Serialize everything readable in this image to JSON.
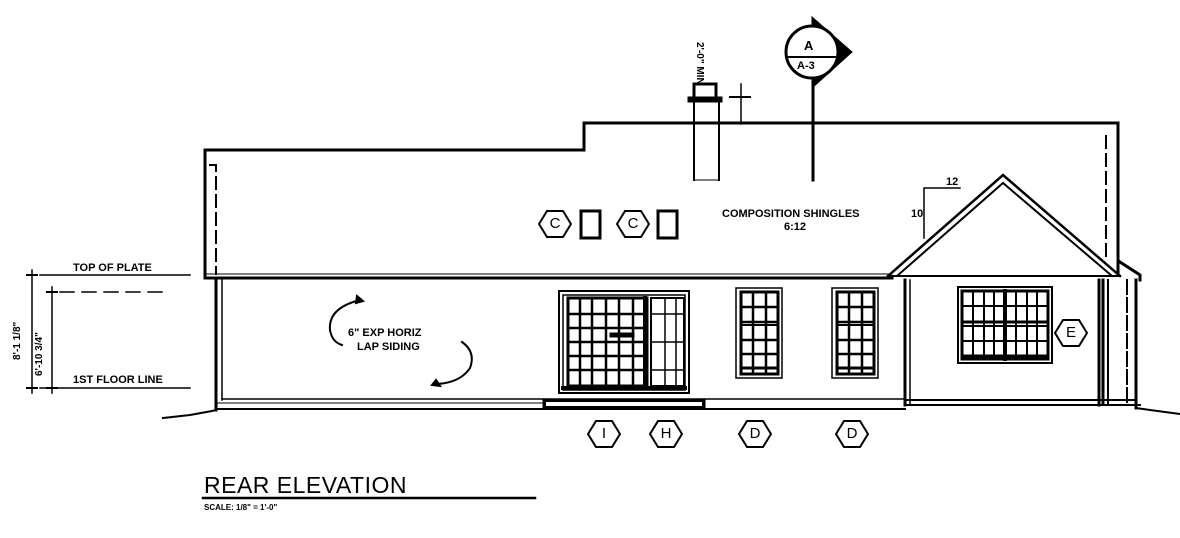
{
  "title": {
    "main": "REAR ELEVATION",
    "scale": "SCALE: 1/8\" = 1'-0\""
  },
  "section_marker": {
    "top": "A",
    "bottom": "A-3"
  },
  "chimney_dimension": "2'-0\" MIN",
  "roof": {
    "material": "COMPOSITION SHINGLES",
    "pitch": "6:12",
    "gable_pitch_run": "12",
    "gable_pitch_rise": "10"
  },
  "siding_note": {
    "line1": "6\" EXP HORIZ",
    "line2": "LAP SIDING"
  },
  "levels": {
    "top_of_plate": "TOP OF PLATE",
    "first_floor_line": "1ST FLOOR LINE",
    "dim_overall": "8'-1 1/8\"",
    "dim_inner": "6'-10 3/4\""
  },
  "tags": {
    "skylight_1": "C",
    "skylight_2": "C",
    "door_1": "I",
    "door_2": "H",
    "window_1": "D",
    "window_2": "D",
    "window_3": "E"
  },
  "colors": {
    "line": "#000000",
    "background": "#ffffff"
  }
}
